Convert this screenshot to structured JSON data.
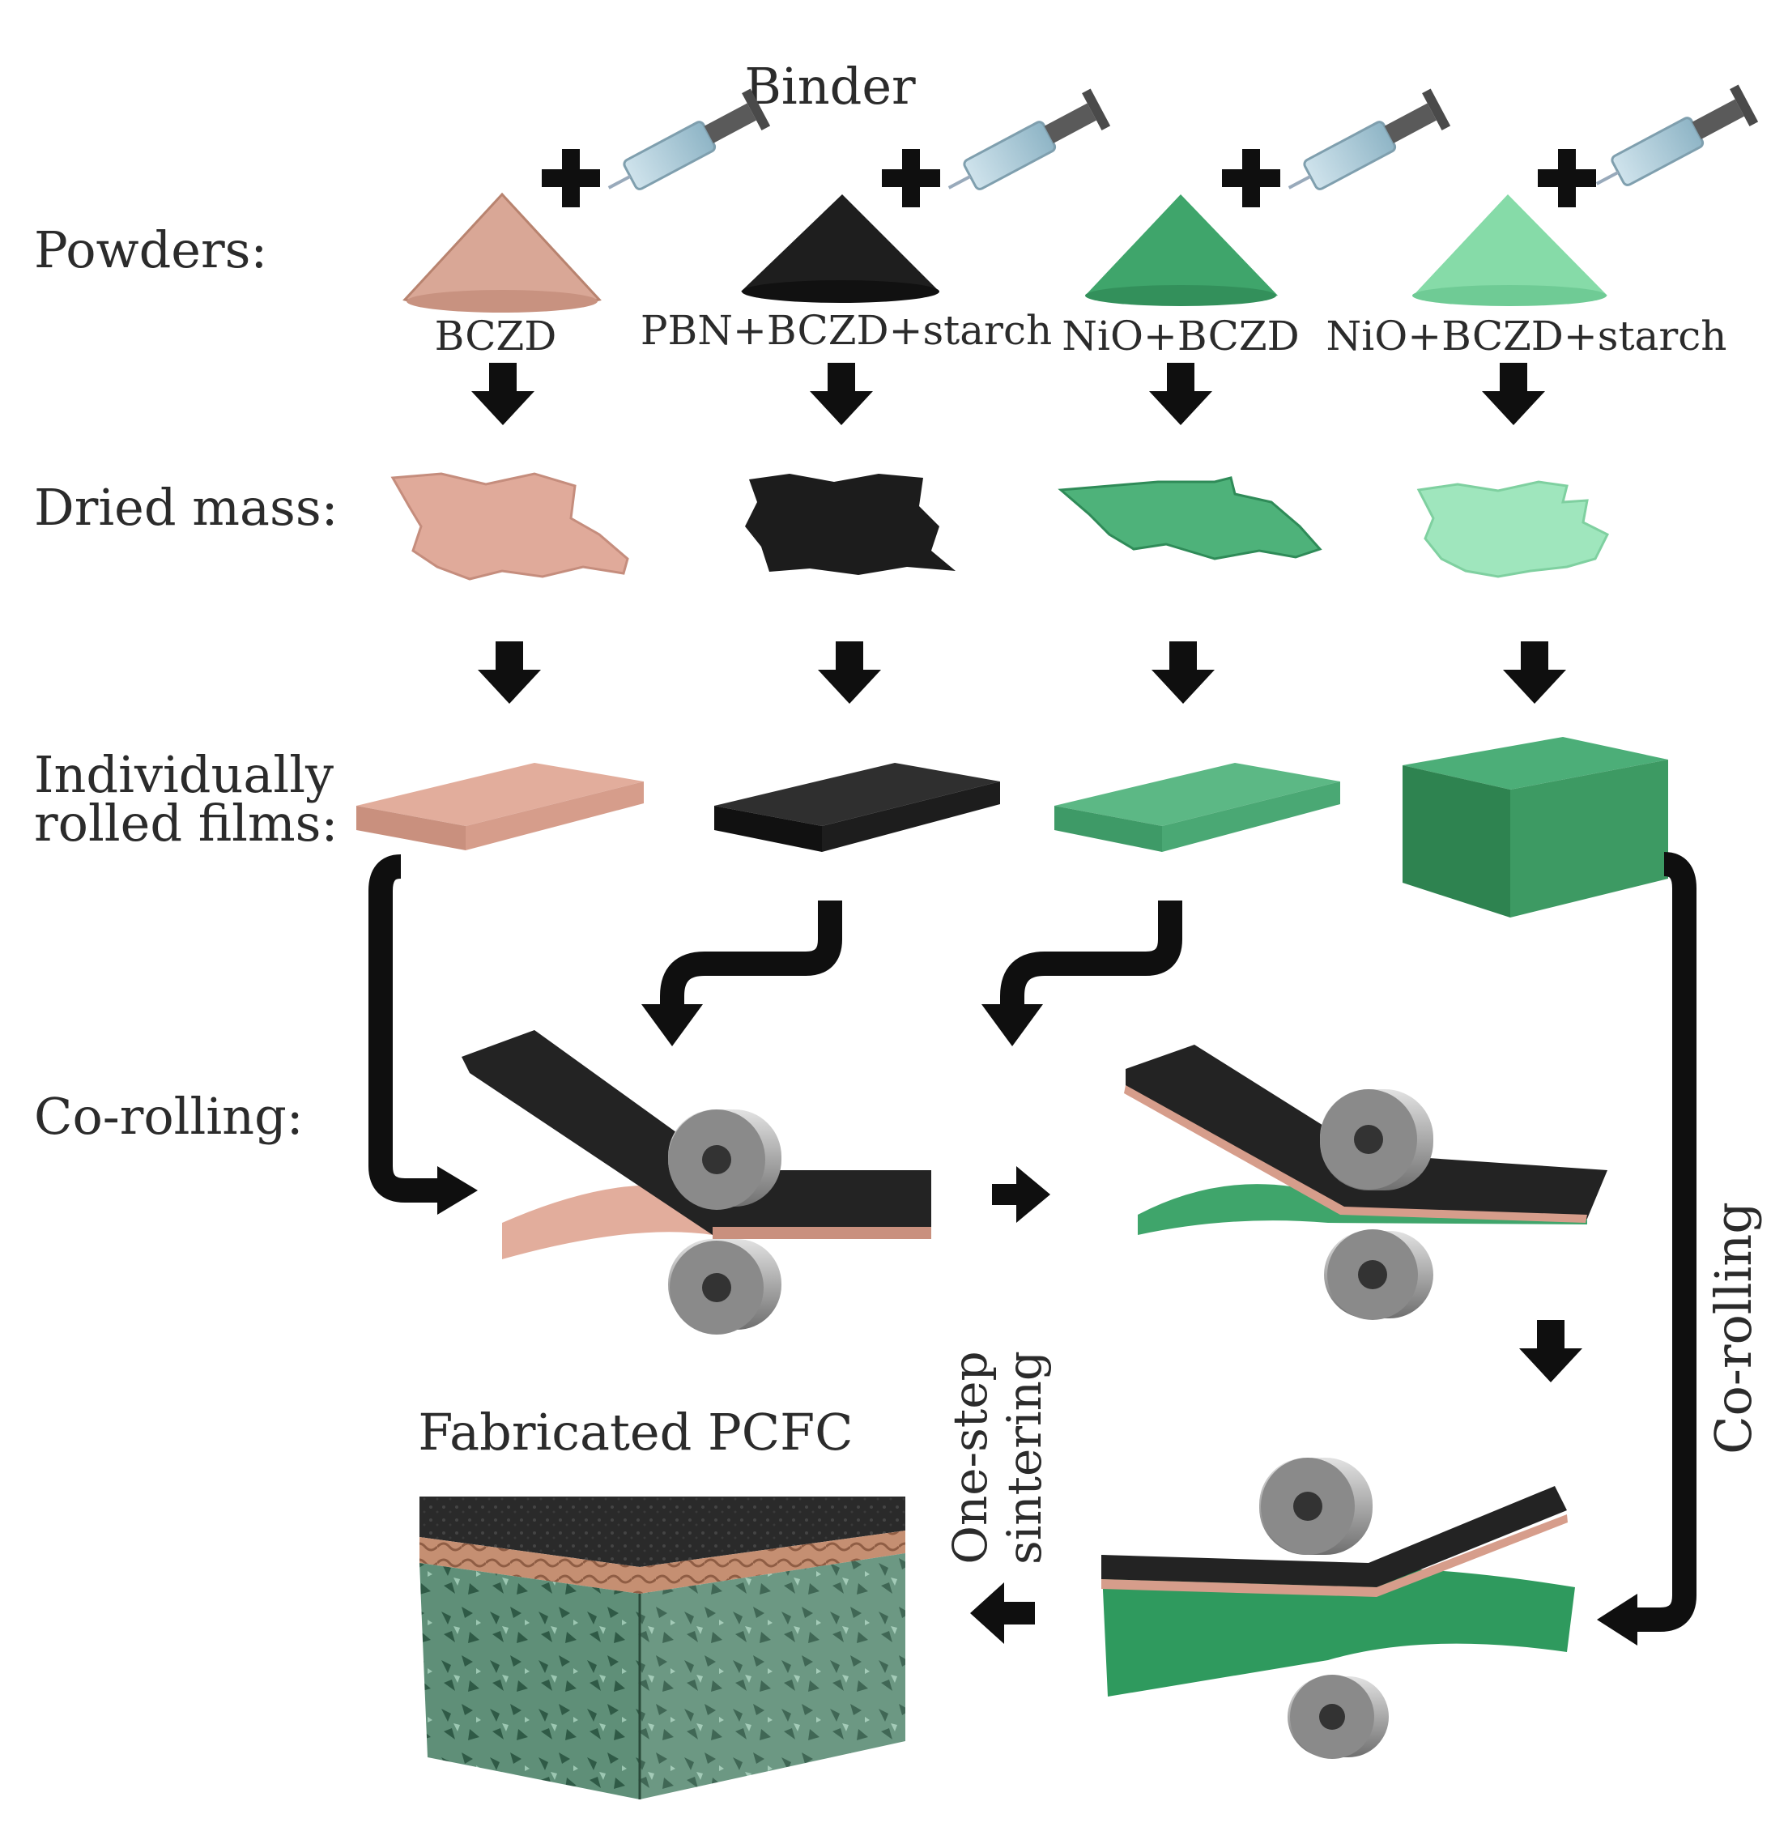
{
  "binder_label": "Binder",
  "rows": {
    "powders": "Powders:",
    "dried": "Dried mass:",
    "films_line1": "Individually",
    "films_line2": "rolled films:",
    "corolling": "Co-rolling:"
  },
  "powders": [
    {
      "label": "BCZD",
      "color": "#d9a796"
    },
    {
      "label": "PBN+BCZD+starch",
      "color": "#1e1e1e"
    },
    {
      "label": "NiO+BCZD",
      "color": "#3fa56b"
    },
    {
      "label": "NiO+BCZD+starch",
      "color": "#86dba8"
    }
  ],
  "films": [
    {
      "color": "#e2ad9c"
    },
    {
      "color": "#2a2a2a"
    },
    {
      "color": "#48a874"
    },
    {
      "color": "#3d9a63"
    }
  ],
  "side_label": "Co-rolling",
  "sinter_line1": "One-step",
  "sinter_line2": "sintering",
  "product_title": "Fabricated PCFC",
  "icons": [
    "plus-icon",
    "syringe-icon",
    "down-arrow-icon",
    "roller-icon"
  ]
}
